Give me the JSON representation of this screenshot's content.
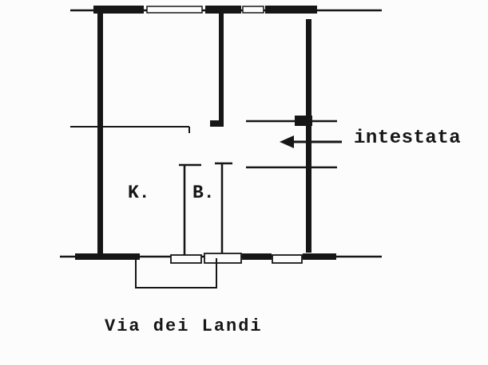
{
  "page": {
    "paper_color": "#fcfcfc",
    "ink_color": "#161616"
  },
  "diagram": {
    "type": "floor-plan-sketch",
    "street_label": "Via dei Landi",
    "annotation": {
      "label": "intestata",
      "arrow_direction": "left"
    },
    "rooms": [
      {
        "label": "K."
      },
      {
        "label": "B."
      }
    ]
  }
}
